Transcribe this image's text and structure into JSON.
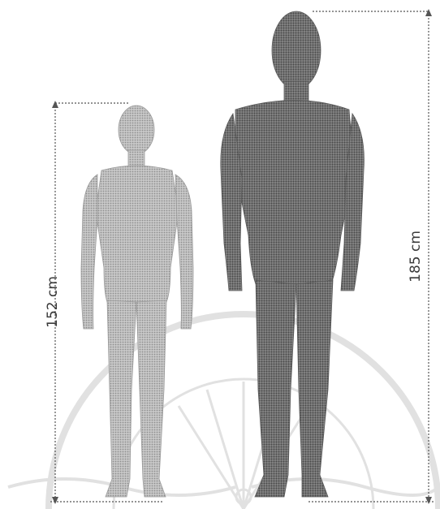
{
  "figures": [
    {
      "name": "short-figure",
      "height_label": "152 cm",
      "height_cm": 152
    },
    {
      "name": "tall-figure",
      "height_label": "185 cm",
      "height_cm": 185
    }
  ],
  "colors": {
    "short_figure_fill": "#b3b3b3",
    "tall_figure_fill": "#7a7a7a",
    "dimension_line": "#555555",
    "watermark": "#e1e1e1"
  }
}
